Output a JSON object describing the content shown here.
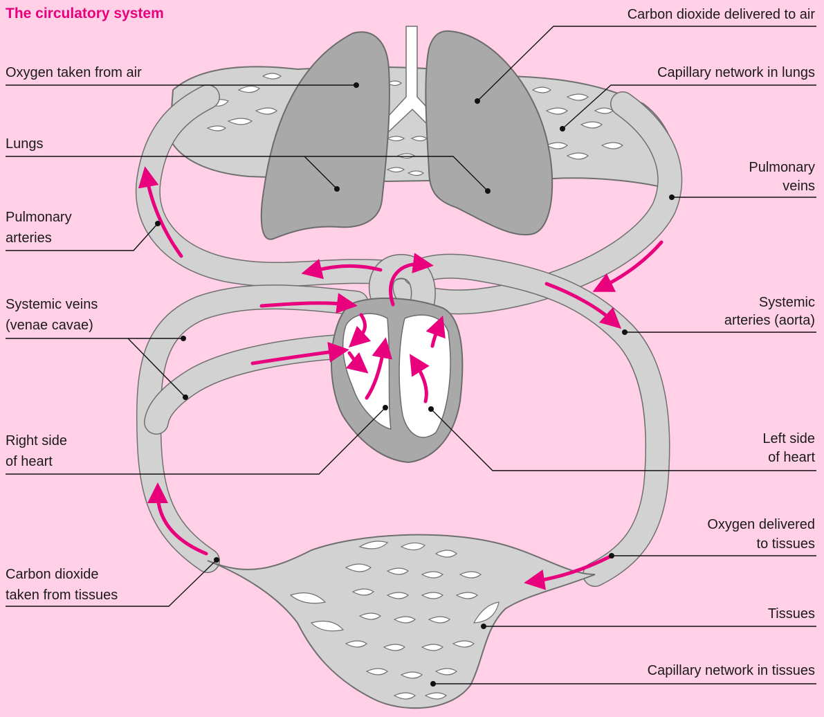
{
  "title": "The circulatory system",
  "labels": {
    "co2_delivered": "Carbon dioxide delivered to air",
    "oxygen_taken": "Oxygen taken from air",
    "capillary_lungs": "Capillary network in lungs",
    "lungs": "Lungs",
    "pulmonary_veins": [
      "Pulmonary",
      "veins"
    ],
    "pulmonary_arteries": [
      "Pulmonary",
      "arteries"
    ],
    "systemic_veins": [
      "Systemic veins",
      "(venae cavae)"
    ],
    "systemic_arteries": [
      "Systemic",
      "arteries (aorta)"
    ],
    "right_side": [
      "Right side",
      "of heart"
    ],
    "left_side": [
      "Left side",
      "of heart"
    ],
    "oxygen_delivered": [
      "Oxygen delivered",
      "to tissues"
    ],
    "co2_taken": [
      "Carbon dioxide",
      "taken from tissues"
    ],
    "tissues": "Tissues",
    "capillary_tissues": "Capillary network in tissues"
  },
  "colors": {
    "background": "#ffd0e6",
    "accent": "#e8007d",
    "vessel": "#d2d2d2",
    "organ": "#a9a9a9"
  }
}
